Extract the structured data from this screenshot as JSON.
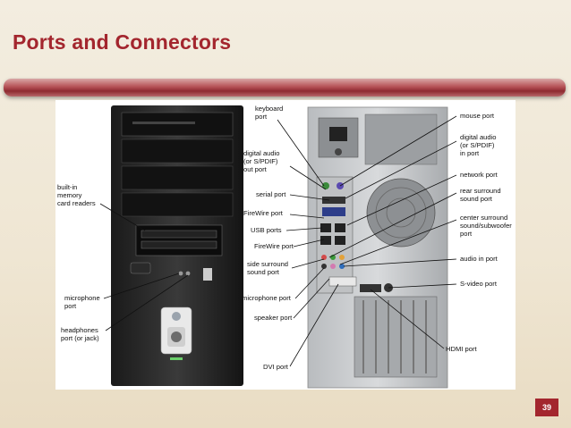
{
  "slide": {
    "title": "Ports and Connectors",
    "page_number": "39"
  },
  "figure": {
    "labels": {
      "keyboard_port": [
        "keyboard",
        "port"
      ],
      "digital_audio_out": [
        "digital audio",
        "(or S/PDIF)",
        "out port"
      ],
      "serial_port": [
        "serial port"
      ],
      "firewire_port_1": [
        "FireWire port"
      ],
      "usb_ports": [
        "USB ports"
      ],
      "firewire_port_2": [
        "FireWire port"
      ],
      "side_surround": [
        "side surround",
        "sound port"
      ],
      "microphone_port_rear": [
        "microphone port"
      ],
      "speaker_port": [
        "speaker port"
      ],
      "dvi_port": [
        "DVI port"
      ],
      "memory_card": [
        "built-in",
        "memory",
        "card readers"
      ],
      "microphone_front": [
        "microphone",
        "port"
      ],
      "headphones": [
        "headphones",
        "port (or jack)"
      ],
      "mouse_port": [
        "mouse port"
      ],
      "digital_audio_in": [
        "digital audio",
        "(or S/PDIF)",
        "in port"
      ],
      "network_port": [
        "network port"
      ],
      "rear_surround": [
        "rear surround",
        "sound port"
      ],
      "center_surround": [
        "center surround",
        "sound/subwoofer",
        "port"
      ],
      "audio_in": [
        "audio in port"
      ],
      "svideo": [
        "S-video port"
      ],
      "hdmi": [
        "HDMI port"
      ]
    }
  },
  "colors": {
    "accent": "#a3262e",
    "title": "#a3262e"
  }
}
